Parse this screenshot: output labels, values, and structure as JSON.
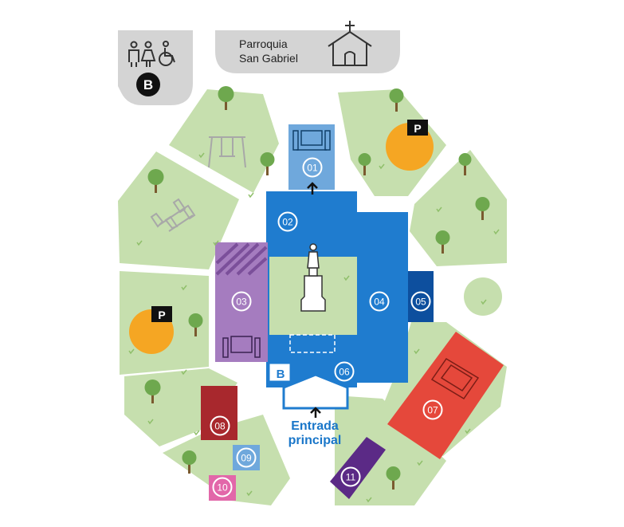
{
  "header": {
    "restroom_badge": "B",
    "church_line1": "Parroquia",
    "church_line2": "San Gabriel"
  },
  "entrance": {
    "line1": "Entrada",
    "line2": "principal"
  },
  "parking_label": "P",
  "accessible_restroom_label": "B",
  "zones": [
    {
      "id": "01",
      "color": "#6fa8dc"
    },
    {
      "id": "02",
      "color": "#1f7ccf"
    },
    {
      "id": "03",
      "color": "#a57cbf"
    },
    {
      "id": "04",
      "color": "#1f7ccf"
    },
    {
      "id": "05",
      "color": "#0d4f9e"
    },
    {
      "id": "06",
      "color": "#1f7ccf"
    },
    {
      "id": "07",
      "color": "#e5483b"
    },
    {
      "id": "08",
      "color": "#a8282d"
    },
    {
      "id": "09",
      "color": "#6fa8dc"
    },
    {
      "id": "10",
      "color": "#e267a9"
    },
    {
      "id": "11",
      "color": "#5b2a86"
    }
  ],
  "colors": {
    "grass": "#c6dfae",
    "grass_check": "#8fbf6a",
    "tree": "#6ea84e",
    "trunk": "#7a5a2f",
    "parking": "#f5a623",
    "header_bg": "#d4d4d4",
    "plaza_grey": "#a8a8a8"
  }
}
